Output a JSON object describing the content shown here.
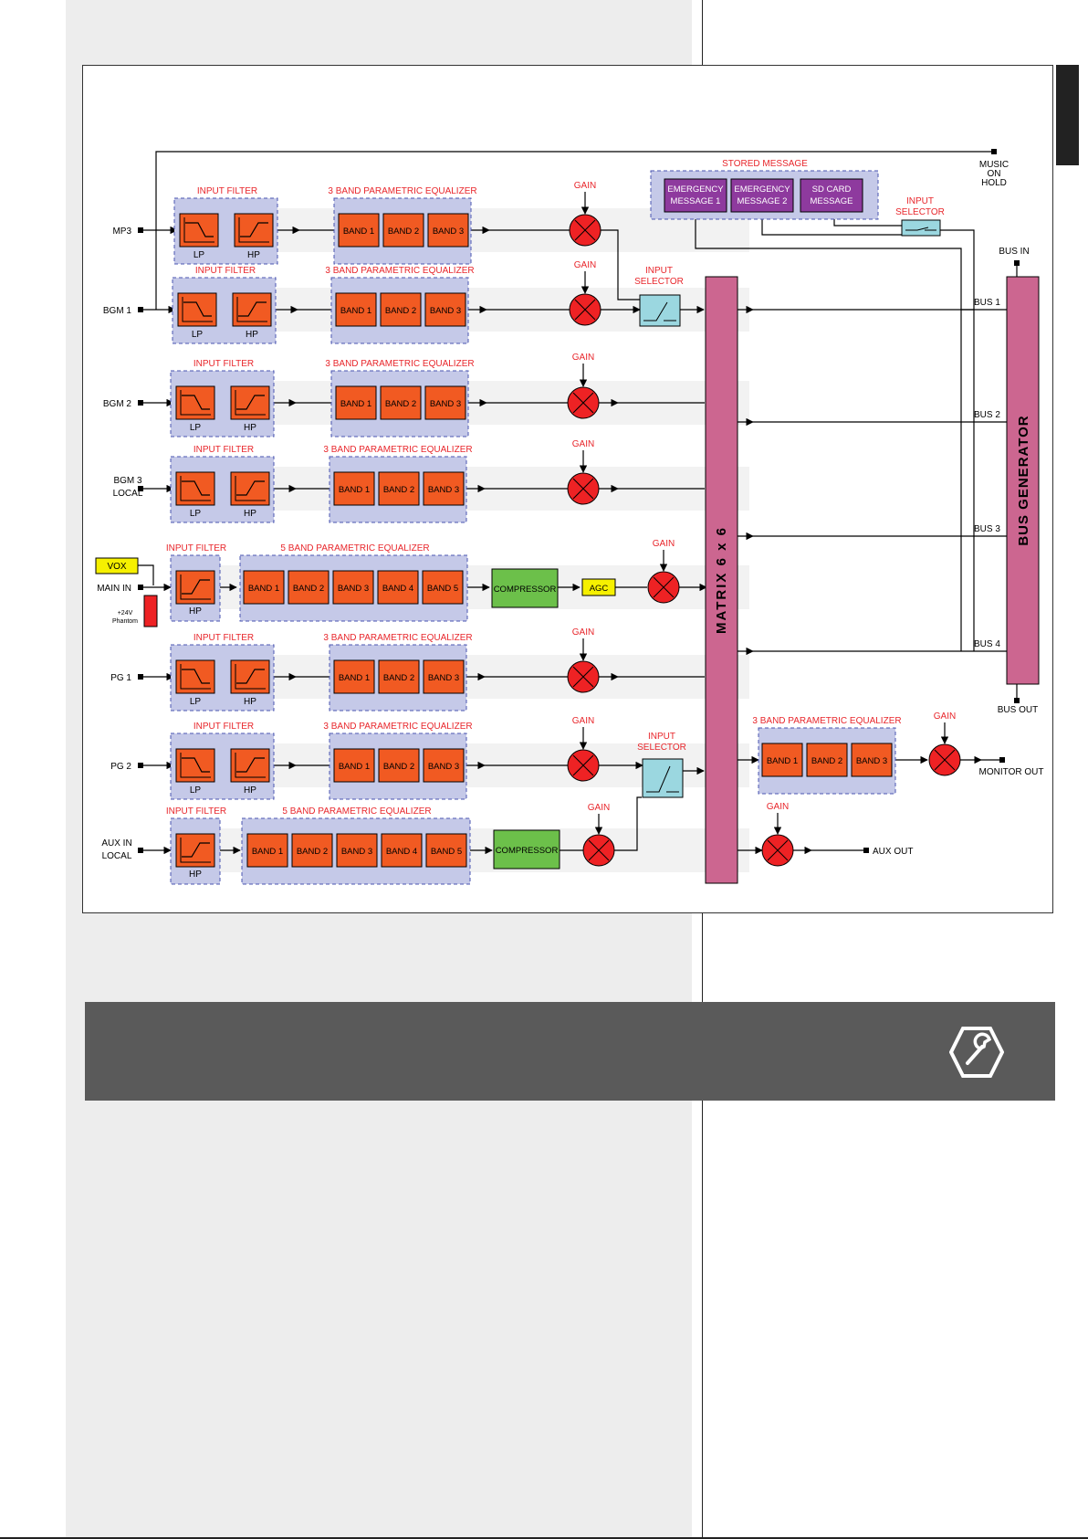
{
  "diagram": {
    "labels": {
      "input_filter": "INPUT FILTER",
      "eq3": "3 BAND PARAMETRIC EQUALIZER",
      "eq5": "5 BAND PARAMETRIC EQUALIZER",
      "gain": "GAIN",
      "lp": "LP",
      "hp": "HP",
      "band1": "BAND 1",
      "band2": "BAND 2",
      "band3": "BAND 3",
      "band4": "BAND 4",
      "band5": "BAND 5",
      "compressor": "COMPRESSOR",
      "agc": "AGC",
      "vox": "VOX",
      "phantom_1": "+24V",
      "phantom_2": "Phantom",
      "input_selector_1": "INPUT",
      "input_selector_2": "SELECTOR",
      "stored_message": "STORED MESSAGE",
      "emergency1_1": "EMERGENCY",
      "emergency1_2": "MESSAGE 1",
      "emergency2_1": "EMERGENCY",
      "emergency2_2": "MESSAGE 2",
      "sdcard_1": "SD CARD",
      "sdcard_2": "MESSAGE",
      "music_on_hold_1": "MUSIC",
      "music_on_hold_2": "ON",
      "music_on_hold_3": "HOLD",
      "matrix": "MATRIX 6 x 6",
      "bus_generator": "BUS GENERATOR",
      "bus_in": "BUS IN",
      "bus_out": "BUS OUT",
      "bus1": "BUS 1",
      "bus2": "BUS 2",
      "bus3": "BUS 3",
      "bus4": "BUS 4",
      "monitor_out": "MONITOR OUT",
      "aux_out": "AUX OUT"
    },
    "inputs": {
      "mp3": "MP3",
      "bgm1": "BGM 1",
      "bgm2": "BGM 2",
      "bgm3_1": "BGM 3",
      "bgm3_2": "LOCAL",
      "main_in": "MAIN  IN",
      "pg1": "PG 1",
      "pg2": "PG 2",
      "aux_in_1": "AUX IN",
      "aux_in_2": "LOCAL"
    },
    "colors": {
      "title_red": "#e8262b",
      "band_orange": "#f15a22",
      "group_blue": "#c5c9e8",
      "gain_red": "#ee2224",
      "compressor_green": "#6cc04a",
      "agc_yellow": "#f6f000",
      "selector_cyan": "#9bd7e0",
      "message_purple": "#8e3a9e",
      "matrix_pink": "#cc6690",
      "banner_gray": "#5a5a5a"
    }
  },
  "banner": {
    "icon": "wrench-icon"
  }
}
